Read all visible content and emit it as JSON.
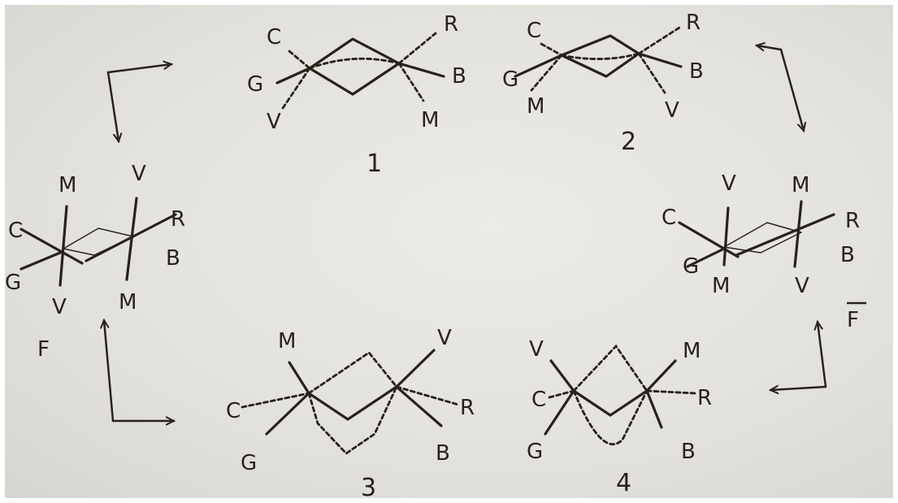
{
  "labels": {
    "C": "C",
    "G": "G",
    "R": "R",
    "B": "B",
    "M": "M",
    "V": "V",
    "F": "F",
    "F_bar": "F"
  },
  "numbers": {
    "one": "1",
    "two": "2",
    "three": "3",
    "four": "4"
  }
}
